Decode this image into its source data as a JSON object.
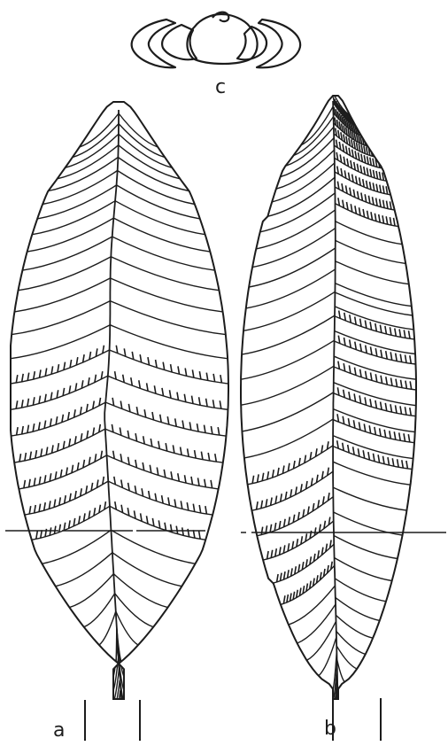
{
  "figure": {
    "labels": {
      "a": "a",
      "b": "b",
      "c": "c"
    },
    "colors": {
      "ink": "#1c1c1c",
      "background": "#ffffff"
    }
  }
}
